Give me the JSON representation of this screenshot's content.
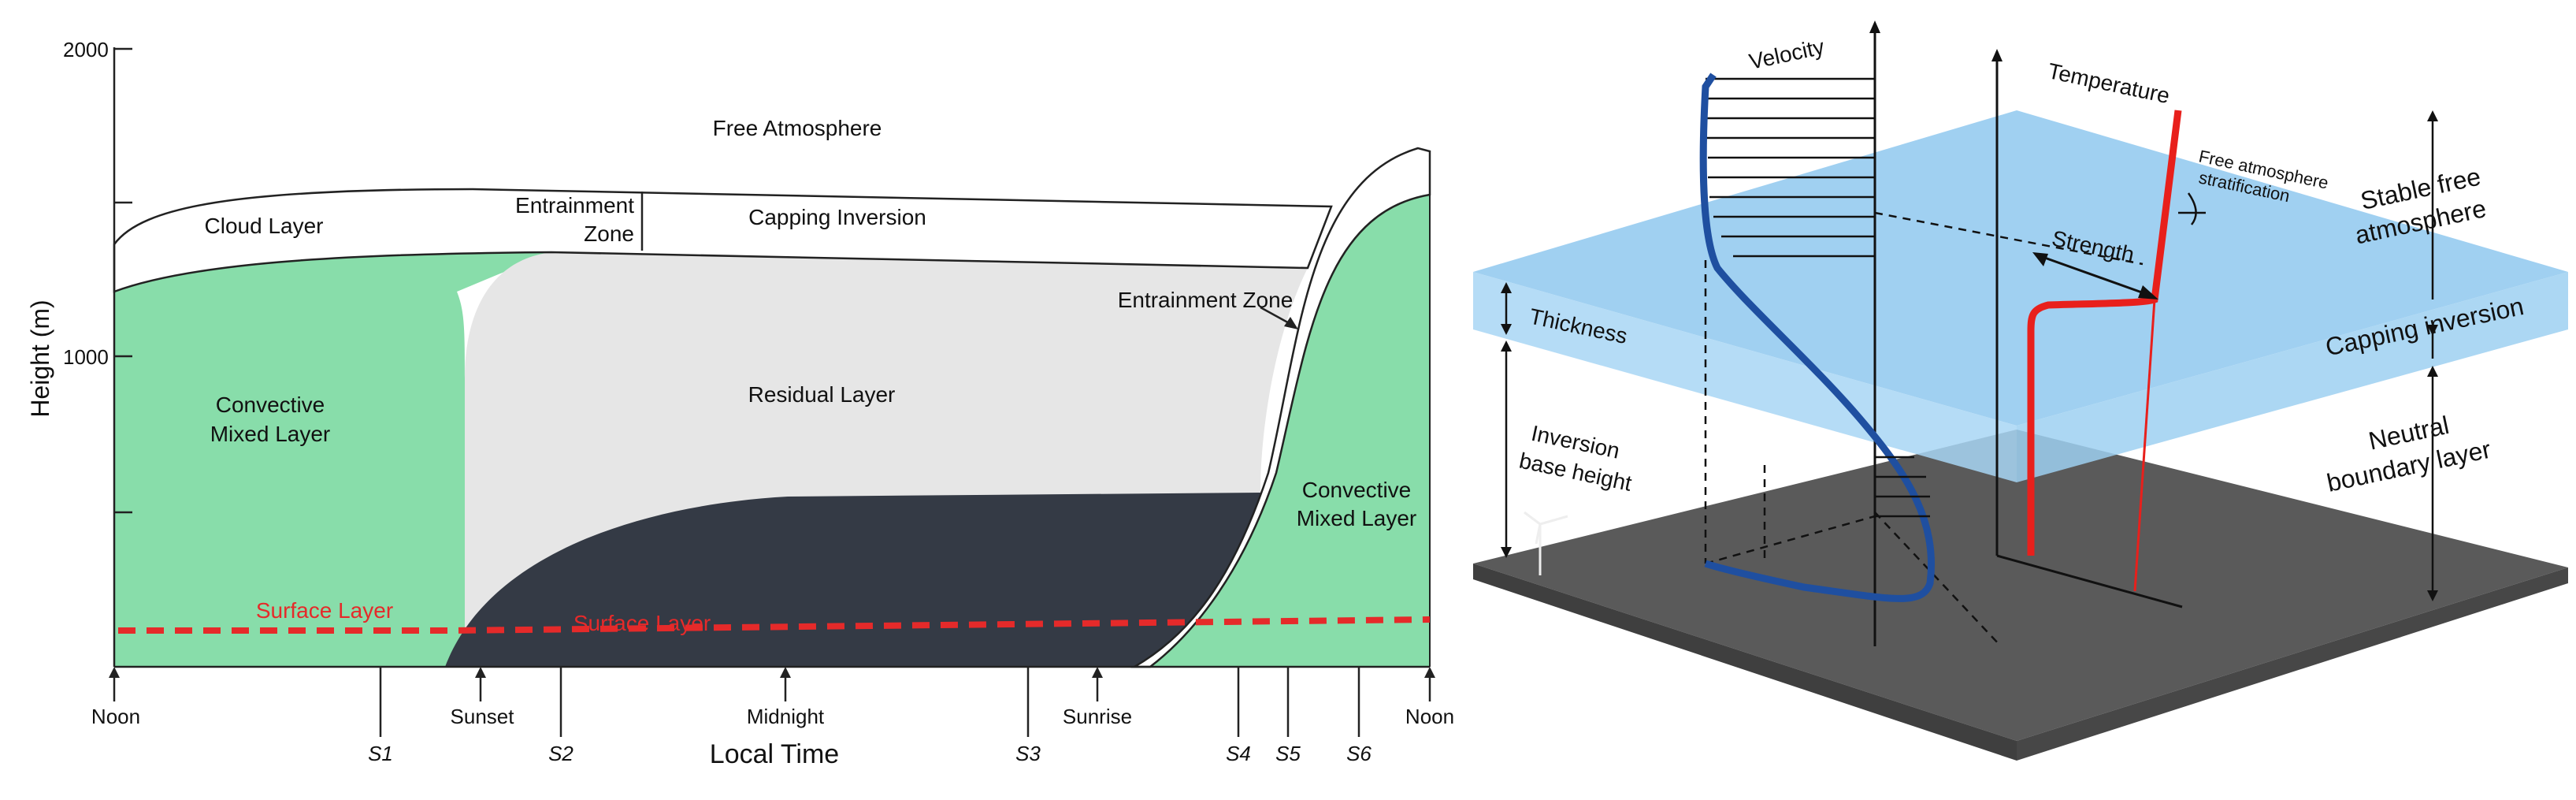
{
  "left_diagram": {
    "y_axis_label": "Height (m)",
    "y_ticks": [
      "2000",
      "1000"
    ],
    "x_axis_label": "Local Time",
    "regions": {
      "free_atmosphere": "Free Atmosphere",
      "cloud_layer": "Cloud Layer",
      "entrainment_zone_line1": "Entrainment",
      "entrainment_zone_line2": "Zone",
      "capping_inversion": "Capping Inversion",
      "entrainment_zone_right": "Entrainment Zone",
      "residual_layer": "Residual Layer",
      "convective_left_line1": "Convective",
      "convective_left_line2": "Mixed Layer",
      "convective_right_line1": "Convective",
      "convective_right_line2": "Mixed Layer",
      "surface_layer_left": "Surface Layer",
      "surface_layer_mid": "Surface Layer"
    },
    "time_markers": [
      "Noon",
      "Sunset",
      "Midnight",
      "Sunrise",
      "Noon"
    ],
    "station_markers": [
      "S1",
      "S2",
      "S3",
      "S4",
      "S5",
      "S6"
    ],
    "colors": {
      "convective": "#88ddaa",
      "residual": "#e6e6e6",
      "stable": "#343a45",
      "surface_line": "#e52a2a"
    }
  },
  "right_diagram": {
    "labels": {
      "velocity": "Velocity",
      "temperature": "Temperature",
      "free_atm_strat_line1": "Free atmosphere",
      "free_atm_strat_line2": "stratification",
      "strength": "Strength",
      "thickness": "Thickness",
      "inversion_line1": "Inversion",
      "inversion_line2": "base height",
      "stable_free_line1": "Stable free",
      "stable_free_line2": "atmosphere",
      "capping_inversion": "Capping inversion",
      "neutral_line1": "Neutral",
      "neutral_line2": "boundary layer"
    },
    "colors": {
      "inversion_layer": "#8fc8ef",
      "ground": "#555555",
      "velocity_profile": "#1f4fa0",
      "temperature_profile": "#e8201c"
    }
  }
}
